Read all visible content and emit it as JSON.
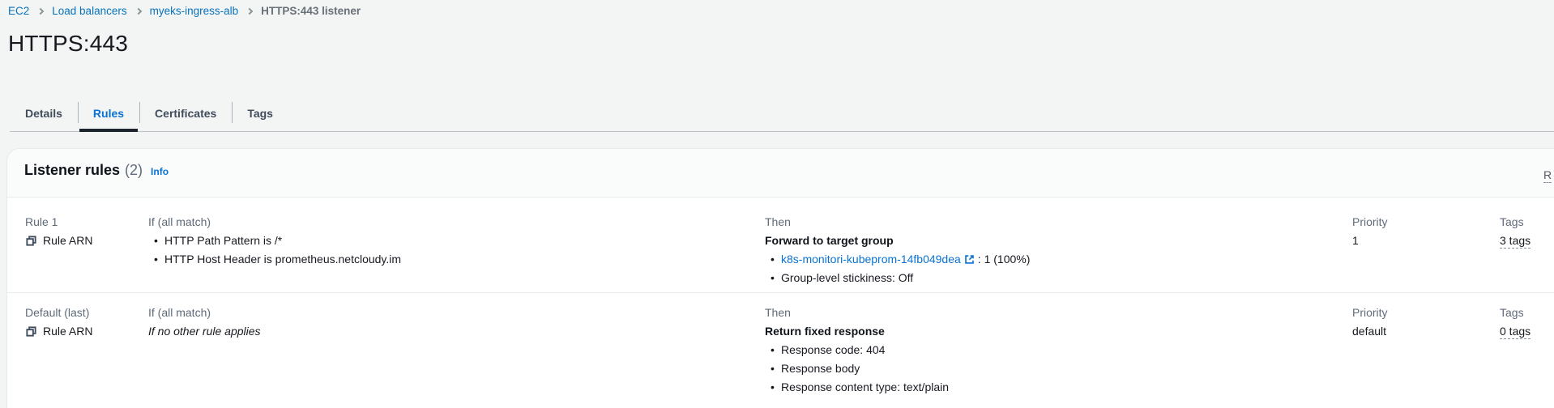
{
  "breadcrumb": {
    "items": [
      {
        "label": "EC2",
        "link": true
      },
      {
        "label": "Load balancers",
        "link": true
      },
      {
        "label": "myeks-ingress-alb",
        "link": true
      },
      {
        "label": "HTTPS:443 listener",
        "link": false
      }
    ]
  },
  "page": {
    "title": "HTTPS:443"
  },
  "tabs": [
    {
      "label": "Details",
      "active": false
    },
    {
      "label": "Rules",
      "active": true
    },
    {
      "label": "Certificates",
      "active": false
    },
    {
      "label": "Tags",
      "active": false
    }
  ],
  "panel": {
    "title": "Listener rules",
    "count": "(2)",
    "info_label": "Info",
    "truncated_action_label": "R"
  },
  "columns": {
    "if_label": "If (all match)",
    "then_label": "Then",
    "priority_label": "Priority",
    "tags_label": "Tags"
  },
  "rules": [
    {
      "name": "Rule 1",
      "arn_label": "Rule ARN",
      "conditions": [
        "HTTP Path Pattern is /*",
        "HTTP Host Header is prometheus.netcloudy.im"
      ],
      "action_title": "Forward to target group",
      "target": {
        "link_text": "k8s-monitori-kubeprom-14fb049dea",
        "suffix": ": 1 (100%)"
      },
      "action_items": [
        "Group-level stickiness: Off"
      ],
      "priority": "1",
      "tags": "3 tags"
    },
    {
      "name": "Default (last)",
      "arn_label": "Rule ARN",
      "if_note": "If no other rule applies",
      "action_title": "Return fixed response",
      "action_items": [
        "Response code: 404",
        "Response body",
        "Response content type: text/plain"
      ],
      "priority": "default",
      "tags": "0 tags"
    }
  ],
  "colors": {
    "accent_link": "#0972d3",
    "breadcrumb_link": "#0873bb",
    "text_primary": "#16191f",
    "text_secondary": "#5f6b7a",
    "tab_active_underline": "#1b232d",
    "card_background": "#ffffff",
    "page_background": "#f3f4f4"
  }
}
